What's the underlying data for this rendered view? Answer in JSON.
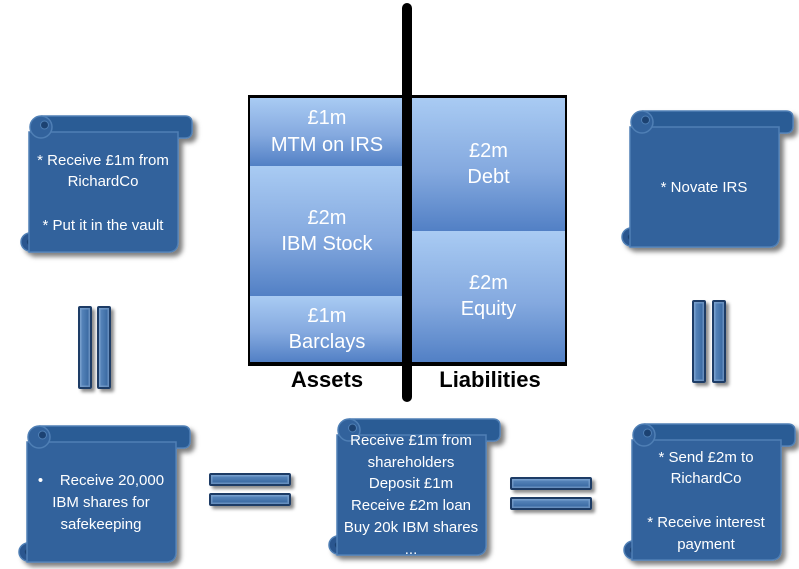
{
  "balance_sheet": {
    "assets_label": "Assets",
    "liabilities_label": "Liabilities",
    "assets": [
      {
        "amount": "£1m",
        "name": "MTM on IRS"
      },
      {
        "amount": "£2m",
        "name": "IBM Stock"
      },
      {
        "amount": "£1m",
        "name": "Barclays"
      }
    ],
    "liabilities": [
      {
        "amount": "£2m",
        "name": "Debt"
      },
      {
        "amount": "£2m",
        "name": "Equity"
      }
    ]
  },
  "notes": {
    "top_left": {
      "lines": [
        "* Receive £1m from",
        "RichardCo",
        "",
        "* Put it in the vault"
      ]
    },
    "top_right": {
      "lines": [
        "* Novate IRS"
      ]
    },
    "bottom_left": {
      "lines": [
        "•    Receive 20,000",
        "IBM shares for",
        "safekeeping"
      ]
    },
    "bottom_center": {
      "lines": [
        "Receive £1m from",
        "shareholders",
        "Deposit £1m",
        "Receive £2m loan",
        "Buy 20k IBM shares",
        "..."
      ]
    },
    "bottom_right": {
      "lines": [
        "* Send £2m to",
        "RichardCo",
        "",
        "* Receive interest",
        "payment"
      ]
    }
  },
  "colors": {
    "scroll_fill": "#31629c",
    "scroll_strip": "#2c5c95",
    "scroll_stroke": "#4f7fb5",
    "scroll_hole": "#1c4272",
    "cell_gradient_top": "#a9cbf3",
    "cell_gradient_bottom": "#5280c5",
    "equals_fill": "#35649d",
    "equals_border": "#1d3c66",
    "divider": "#000000",
    "note_text": "#ffffff",
    "label_text": "#000000"
  }
}
